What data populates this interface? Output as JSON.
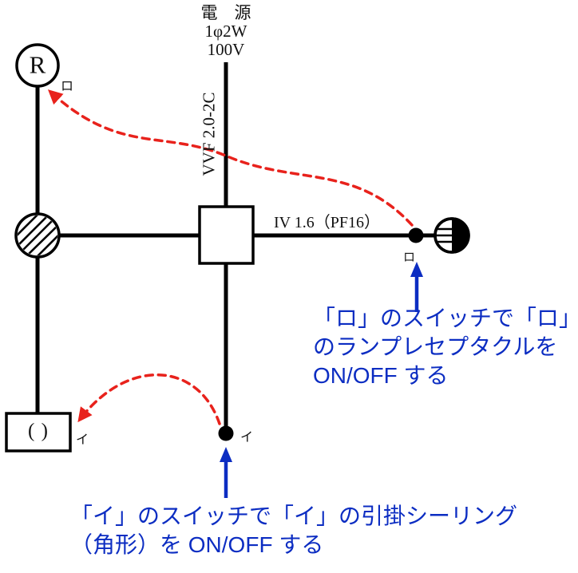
{
  "colors": {
    "wire": "#000000",
    "red_arrow": "#e8221c",
    "blue": "#0c2dc2"
  },
  "power_source": {
    "title": "電　源",
    "phase": "1φ2W",
    "voltage": "100V"
  },
  "wire_labels": {
    "vvf": "VVF 2.0-2C",
    "iv": "IV 1.6（PF16）"
  },
  "devices": {
    "lamp_receptacle": {
      "symbol": "R",
      "tag": "ロ"
    },
    "switch_ro": {
      "tag": "ロ"
    },
    "switch_i": {
      "tag": "イ"
    },
    "ceiling_rose": {
      "symbol": "( )",
      "tag": "イ"
    }
  },
  "annotations": {
    "ro": {
      "line1": "「ロ」のスイッチで「ロ」",
      "line2": "のランプレセプタクルを",
      "line3": "ON/OFF する"
    },
    "i": {
      "line1": "「イ」のスイッチで「イ」の引掛シーリング",
      "line2": "（角形）を ON/OFF する"
    }
  }
}
